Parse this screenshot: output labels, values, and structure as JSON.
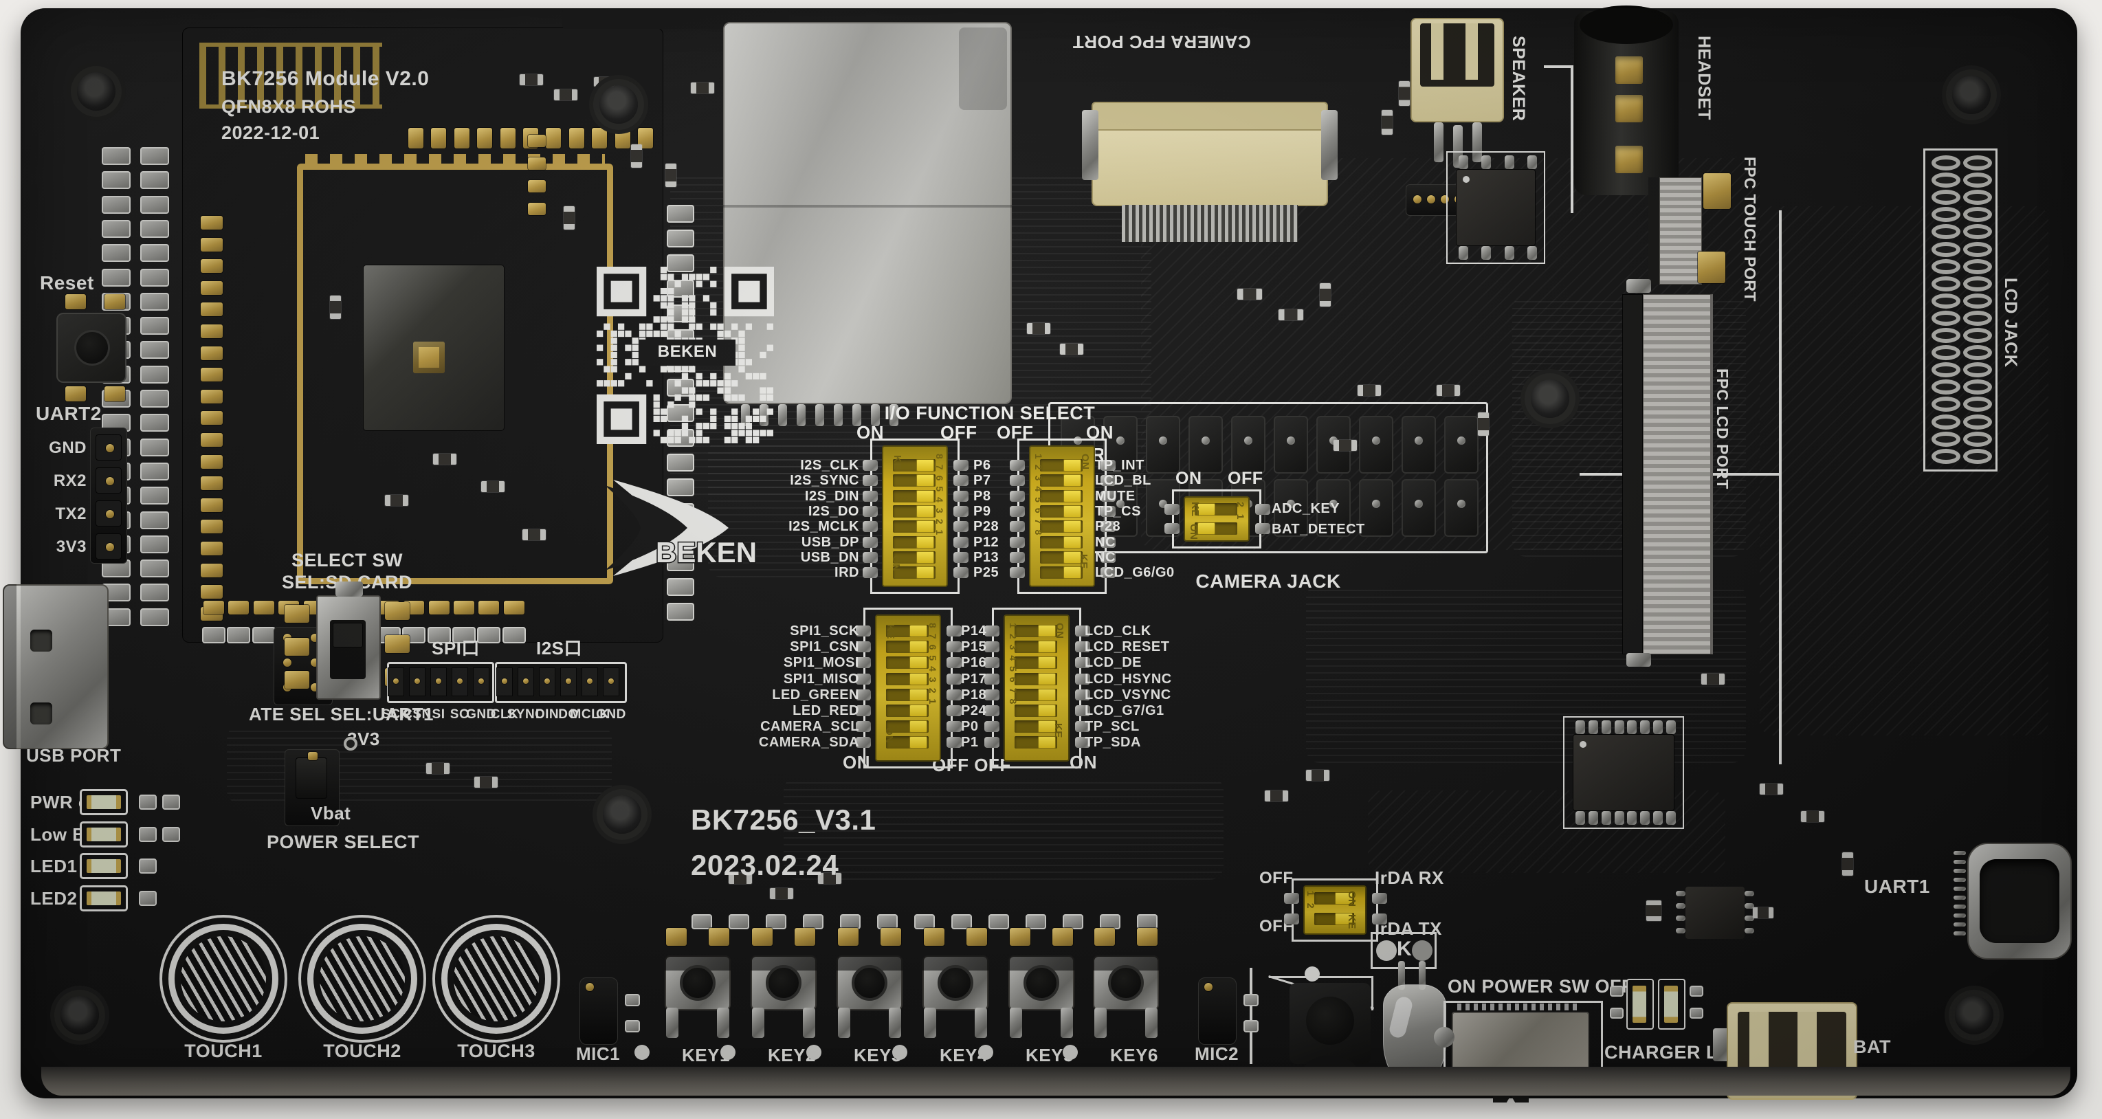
{
  "module": {
    "title": "BK7256 Module V2.0",
    "subtitle": "QFN8X8 ROHS",
    "date": "2022-12-01"
  },
  "board": {
    "version": "BK7256_V3.1",
    "version_date": "2023.02.24"
  },
  "left_edge": {
    "reset": "Reset",
    "uart2": {
      "label": "UART2",
      "pins": [
        "GND",
        "RX2",
        "TX2",
        "3V3"
      ]
    },
    "usb_port": "USB PORT",
    "status_leds": [
      "PWR on",
      "Low Bat",
      "LED1",
      "LED2"
    ]
  },
  "power_select": {
    "v33": "3V3",
    "vbat": "Vbat",
    "label": "POWER SELECT"
  },
  "select_sw": {
    "title": "SELECT SW",
    "mode": "SEL:SD CARD",
    "ate": "ATE SEL SEL:UART1"
  },
  "spi_header": {
    "title": "SPI口",
    "pins": [
      "SCK",
      "CSN",
      "SI",
      "SO",
      "GND"
    ]
  },
  "i2s_header": {
    "title": "I2S口",
    "pins": [
      "CLK",
      "SYNC",
      "DIN",
      "DO",
      "MCLK",
      "GND"
    ]
  },
  "top_edge": {
    "sd_card": "SD CARD",
    "camera_fpc_port": "CAMERA FPC PORT",
    "camera_jack": "CAMERA JACK",
    "speaker": "SPEAKER",
    "headset": "HEADSET"
  },
  "right_edge": {
    "fpc_touch_port": "FPC TOUCH PORT",
    "fpc_lcd_port": "FPC LCD PORT",
    "lcd_jack": "LCD JACK",
    "uart1": "UART1",
    "bat": "BAT"
  },
  "io_function_select": {
    "title": "I/O FUNCTION SELECT",
    "top_headers": [
      "ON",
      "OFF",
      "OFF",
      "ON"
    ],
    "bottom_headers": [
      "ON",
      "OFF OFF",
      "ON"
    ],
    "upper_left": {
      "signals": [
        "I2S_CLK",
        "I2S_SYNC",
        "I2S_DIN",
        "I2S_DO",
        "I2S_MCLK",
        "USB_DP",
        "USB_DN",
        "IRD"
      ],
      "pins": [
        "P6",
        "P7",
        "P8",
        "P9",
        "P28",
        "P12",
        "P13",
        "P25"
      ]
    },
    "upper_right": {
      "signals": [
        "TP_INT",
        "LCD_BL",
        "MUTE",
        "TP_CS",
        "P28",
        "NC",
        "NC",
        "LCD_G6/G0"
      ]
    },
    "lower_left": {
      "signals": [
        "SPI1_SCK",
        "SPI1_CSN",
        "SPI1_MOSI",
        "SPI1_MISO",
        "LED_GREEN",
        "LED_RED",
        "CAMERA_SCL",
        "CAMERA_SDA"
      ],
      "pins": [
        "P14",
        "P15",
        "P16",
        "P17",
        "P18",
        "P24",
        "P0",
        "P1"
      ]
    },
    "lower_right": {
      "signals": [
        "LCD_CLK",
        "LCD_RESET",
        "LCD_DE",
        "LCD_HSYNC",
        "LCD_VSYNC",
        "LCD_G7/G1",
        "TP_SCL",
        "TP_SDA"
      ]
    },
    "adc_switch": {
      "headers": [
        "ON",
        "OFF"
      ],
      "signals": [
        "ADC_KEY",
        "BAT_DETECT"
      ]
    }
  },
  "irda": {
    "rx_off": "OFF",
    "rx": "IrDA RX",
    "tx_off": "OFF",
    "tx": "IrDA TX",
    "led_mark": "K"
  },
  "bottom_edge": {
    "touch_pads": [
      "TOUCH1",
      "TOUCH2",
      "TOUCH3"
    ],
    "mic1": "MIC1",
    "mic2": "MIC2",
    "keys": [
      "KEY1",
      "KEY2",
      "KEY3",
      "KEY4",
      "KEY5",
      "KEY6"
    ],
    "power_switch": "ON POWER SW OFF",
    "charger_led": "CHARGER LED"
  },
  "branding": {
    "qr_center": "BEKEN",
    "logo": "BEKEN"
  },
  "dip_marks": {
    "on": "ON",
    "ke": "KE",
    "side_desc": "87654321",
    "side_asc": "12345678",
    "pair_asc": "12",
    "pair_desc": "21"
  },
  "colors": {
    "silkscreen": "#ededea",
    "gold": "#c9a952",
    "dip_yellow": "#d8bb26",
    "board": "#161616",
    "connector_beige": "#e6dcae"
  }
}
